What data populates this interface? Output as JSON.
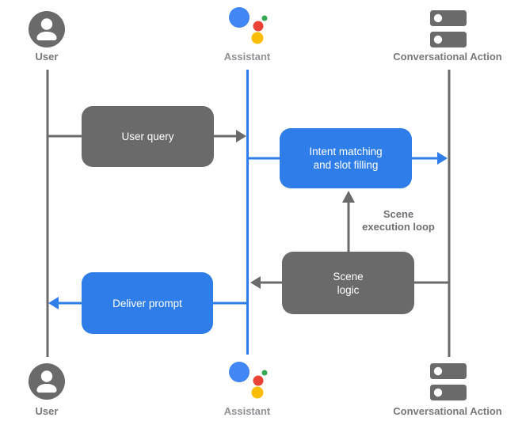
{
  "diagram": {
    "actors": {
      "user": {
        "label": "User",
        "icon": "person-circle-icon"
      },
      "assistant": {
        "label": "Assistant",
        "icon": "google-assistant-icon"
      },
      "action": {
        "label": "Conversational Action",
        "icon": "server-stack-icon"
      }
    },
    "boxes": {
      "user_query": {
        "label": "User query",
        "color": "#6a6a6a"
      },
      "intent_matching": {
        "line1": "Intent matching",
        "line2": "and slot filling",
        "color": "#2e7de9"
      },
      "scene_logic": {
        "line1": "Scene",
        "line2": "logic",
        "color": "#6a6a6a"
      },
      "deliver_prompt": {
        "label": "Deliver prompt",
        "color": "#2e7de9"
      }
    },
    "annotations": {
      "scene_execution_loop": {
        "line1": "Scene",
        "line2": "execution loop"
      }
    },
    "colors": {
      "gray_shape": "#6a6a6a",
      "blue_shape": "#2e7de9",
      "box_text": "#ffffff",
      "label_gray": "#77787c",
      "assistant_label_gray": "#8f9296",
      "logo_blue": "#4285f4",
      "logo_red": "#ea4335",
      "logo_yellow": "#fbbc04",
      "logo_green": "#34a853"
    }
  }
}
